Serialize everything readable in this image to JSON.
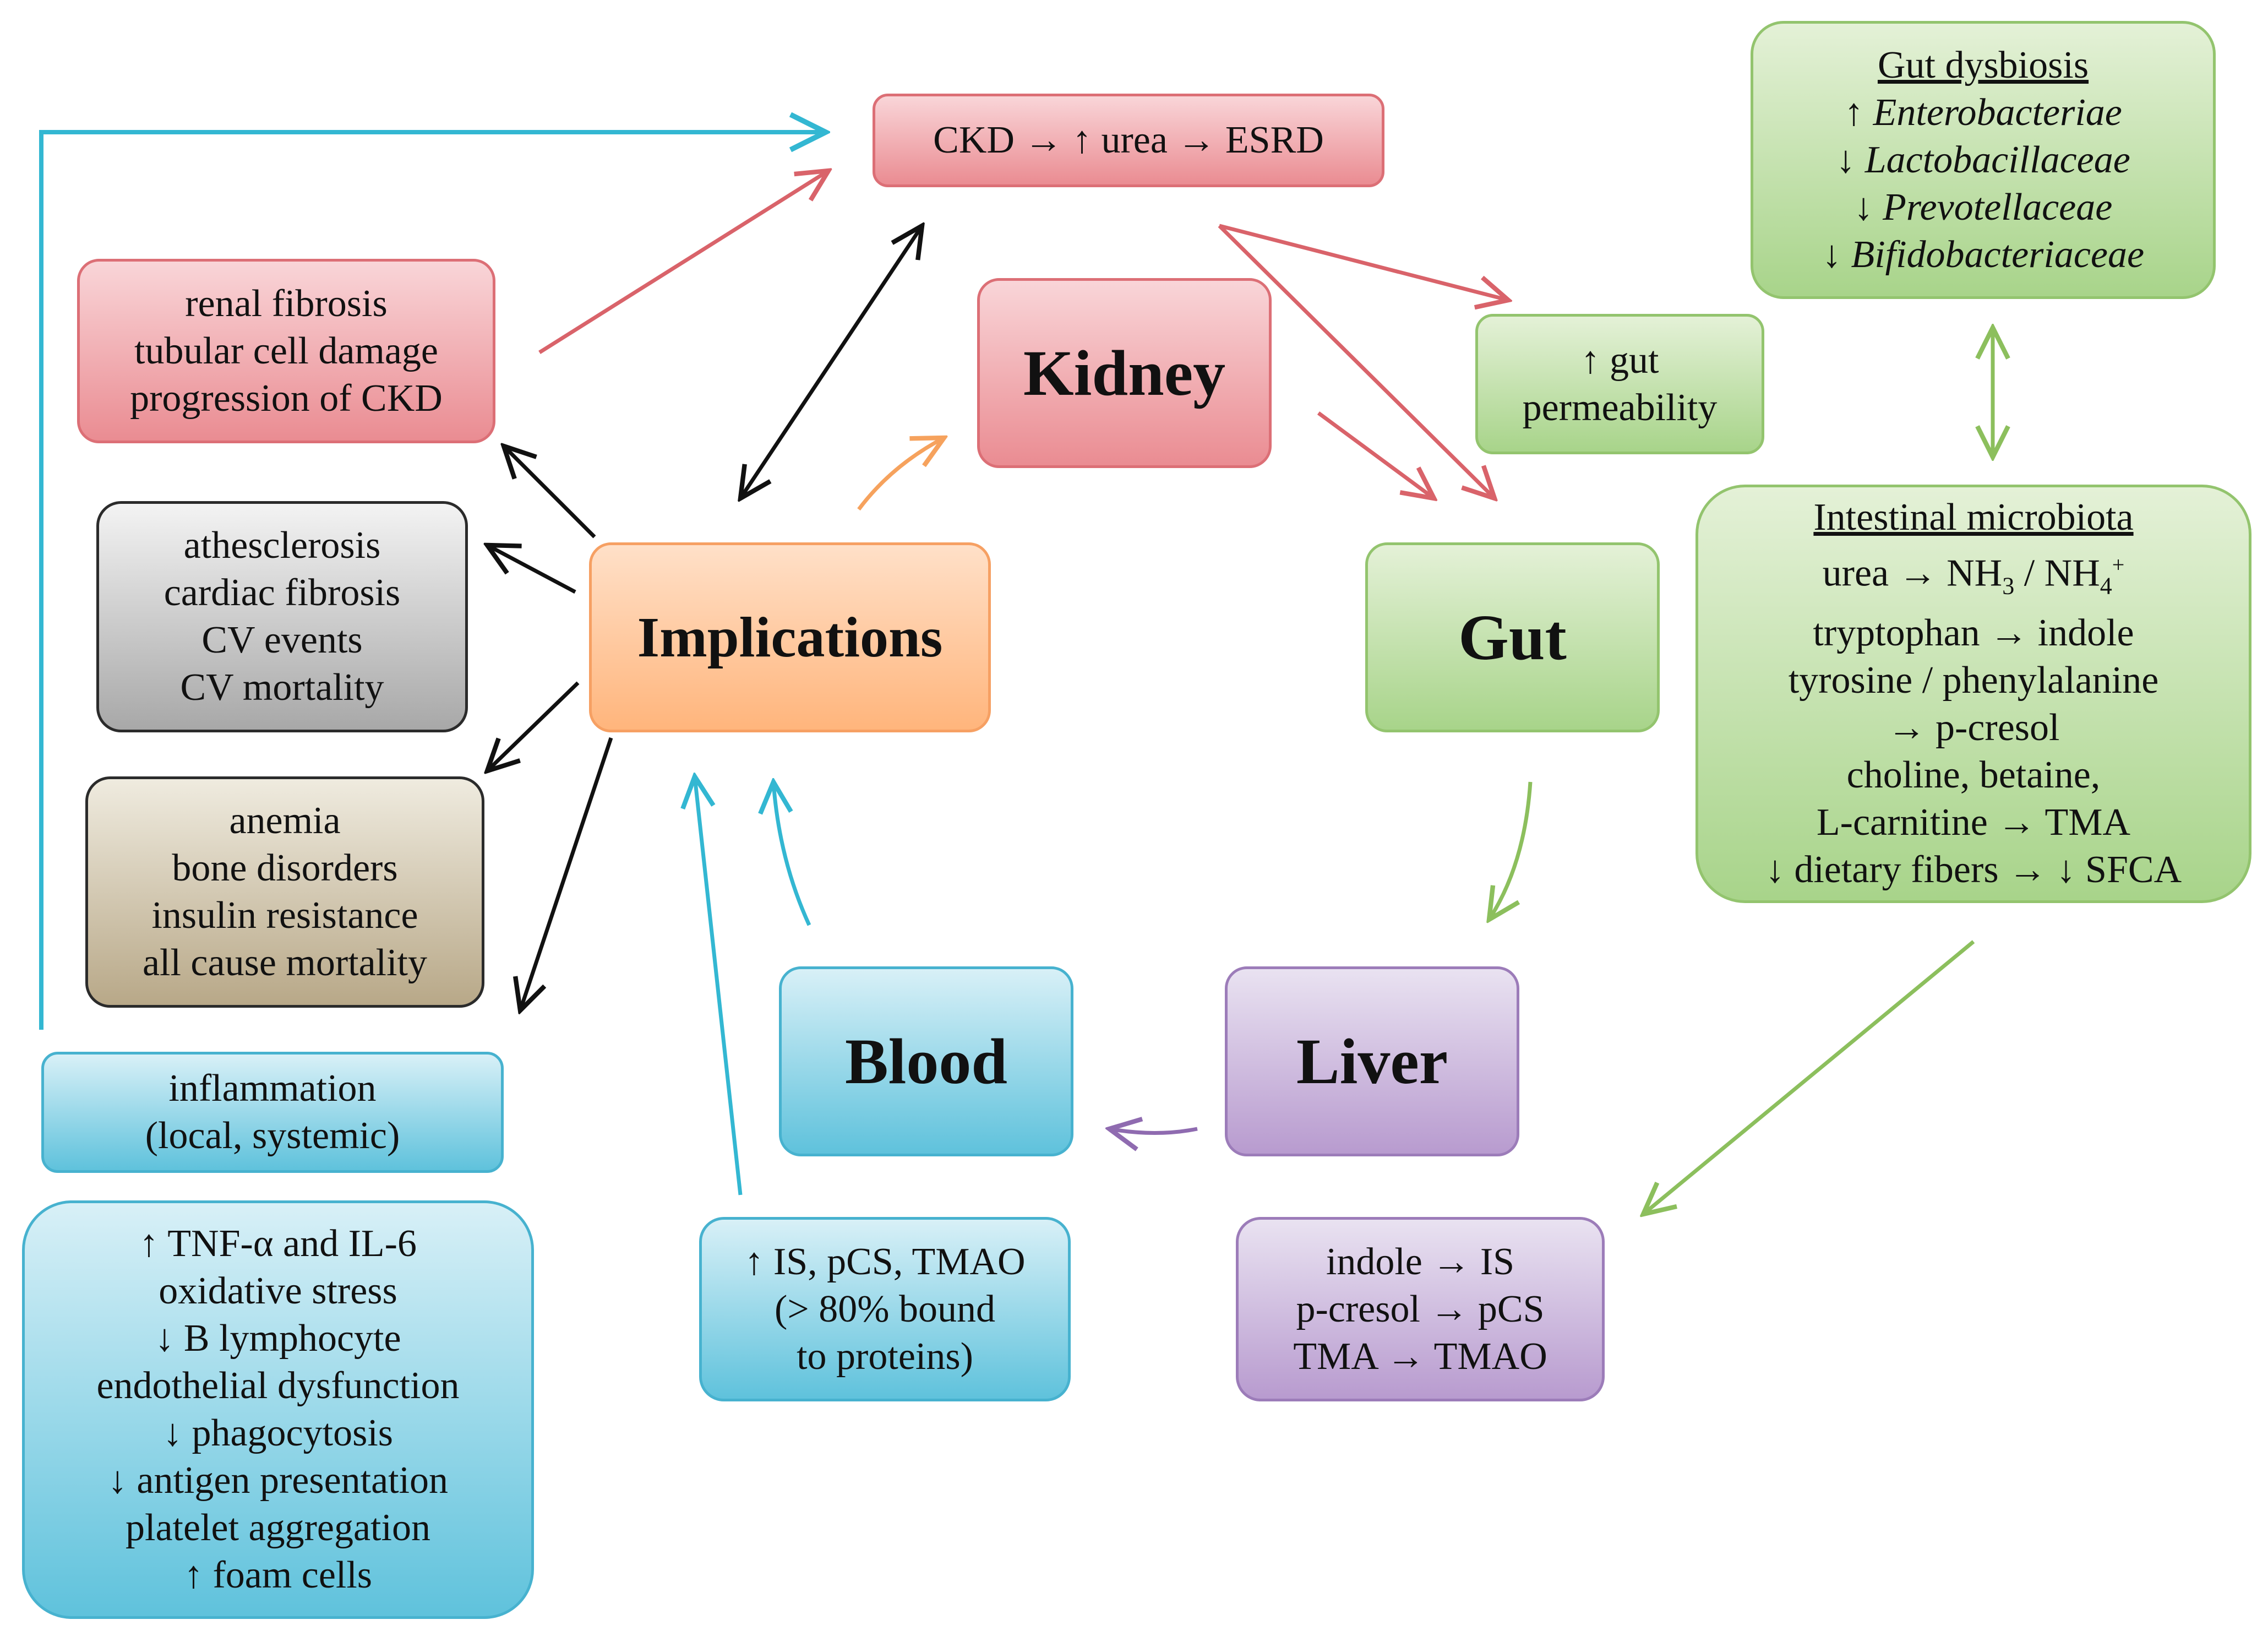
{
  "colors": {
    "red": "#d9636a",
    "green": "#8cbf5d",
    "purple": "#8f6bb0",
    "blue": "#33b7d2",
    "orange": "#f6a25d",
    "black": "#111111"
  },
  "ckd_box": {
    "text": "CKD → ↑ urea → ESRD"
  },
  "kidney": {
    "title": "Kidney"
  },
  "gut": {
    "title": "Gut"
  },
  "liver": {
    "title": "Liver"
  },
  "blood": {
    "title": "Blood"
  },
  "implications": {
    "title": "Implications"
  },
  "gut_permeability": {
    "lines": [
      "↑ gut",
      "permeability"
    ]
  },
  "gut_dysbiosis": {
    "heading": "Gut dysbiosis",
    "items": [
      {
        "sign": "↑",
        "name": "Enterobacteriae"
      },
      {
        "sign": "↓",
        "name": "Lactobacillaceae"
      },
      {
        "sign": "↓",
        "name": "Prevotellaceae"
      },
      {
        "sign": "↓",
        "name": "Bifidobacteriaceae"
      }
    ]
  },
  "intestinal_microbiota": {
    "heading": "Intestinal microbiota",
    "urea_line": {
      "prefix": "urea → NH",
      "sub1": "3",
      "mid": " / NH",
      "sub2": "4",
      "sup2": "+"
    },
    "lines": [
      "tryptophan → indole",
      "tyrosine / phenylalanine",
      "→ p-cresol",
      "choline, betaine,",
      "L-carnitine  → TMA",
      "↓ dietary fibers → ↓ SFCA"
    ]
  },
  "renal": {
    "lines": [
      "renal fibrosis",
      "tubular cell damage",
      "progression of CKD"
    ]
  },
  "cardio": {
    "lines": [
      "athesclerosis",
      "cardiac fibrosis",
      "CV events",
      "CV mortality"
    ]
  },
  "systemic": {
    "lines": [
      "anemia",
      "bone disorders",
      "insulin resistance",
      "all cause mortality"
    ]
  },
  "inflammation": {
    "lines": [
      "inflammation",
      "(local, systemic)"
    ]
  },
  "immune": {
    "lines": [
      "↑ TNF-α and IL-6",
      "oxidative stress",
      "↓ B lymphocyte",
      "endothelial dysfunction",
      "↓ phagocytosis",
      "↓ antigen presentation",
      "platelet aggregation",
      "↑ foam cells"
    ]
  },
  "toxins": {
    "lines": [
      "↑ IS, pCS, TMAO",
      "(> 80% bound",
      "to proteins)"
    ]
  },
  "liver_conv": {
    "lines": [
      "indole → IS",
      "p-cresol → pCS",
      "TMA → TMAO"
    ]
  }
}
